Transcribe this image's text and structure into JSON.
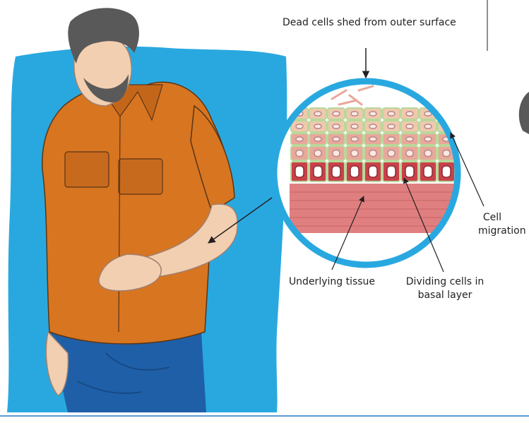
{
  "labels": {
    "dead_cells": "Dead cells shed from outer surface",
    "underlying_tissue": "Underlying tissue",
    "dividing_line1": "Dividing cells in",
    "dividing_line2": "basal layer",
    "migration_line1": "Cell",
    "migration_line2": "migration"
  },
  "colors": {
    "backdrop": "#29a8e0",
    "shirt": "#d77521",
    "jeans": "#1f5fa8",
    "skin": "#f1cfb0",
    "hair": "#595959",
    "magnifier_ring": "#29a8e0",
    "outer_cells": "#efc9ae",
    "middle_cells": "#e8a89a",
    "basal_cells": "#c8424a",
    "cell_border": "#b8d89a",
    "underlying_tissue": "#e07f7f"
  }
}
